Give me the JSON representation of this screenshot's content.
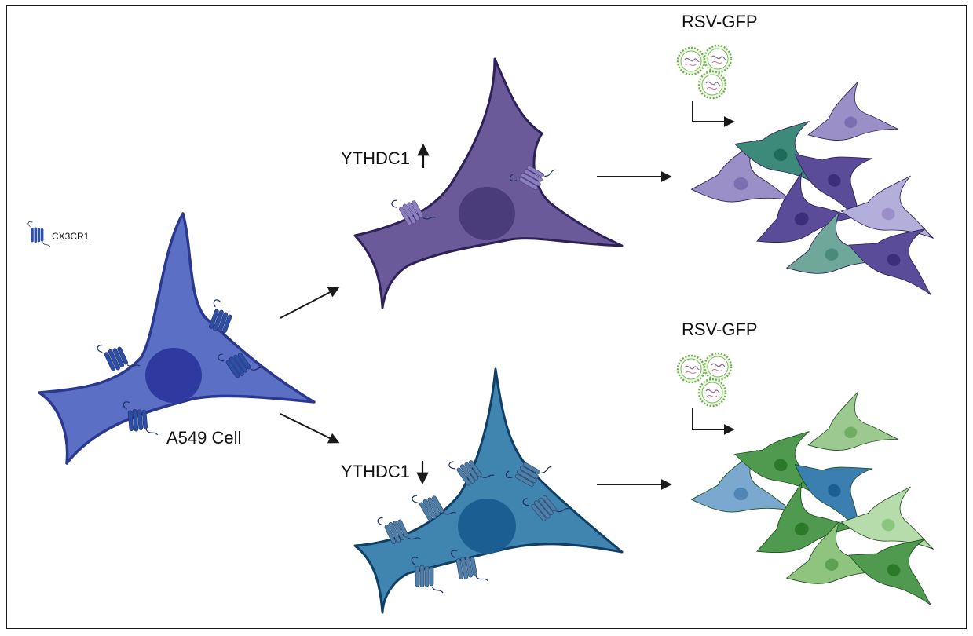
{
  "legend": {
    "receptor_label": "CX3CR1",
    "icon": "cx3cr1-receptor-icon"
  },
  "parent_cell": {
    "label": "A549 Cell"
  },
  "upper_branch": {
    "gene_label": "YTHDC1",
    "direction": "up",
    "virus_label": "RSV-GFP",
    "outcome": "low infection (few GFP+ cells)"
  },
  "lower_branch": {
    "gene_label": "YTHDC1",
    "direction": "down",
    "virus_label": "RSV-GFP",
    "outcome": "high infection (many GFP+ cells)"
  },
  "colors": {
    "parent_cell": "#5b6fc4",
    "parent_nucleus": "#2f3aa0",
    "up_cell": "#6a5a9a",
    "up_nucleus": "#4a3c7a",
    "down_cell": "#3f85b0",
    "down_nucleus": "#1a5e92",
    "receptor": "#2d4fa8",
    "gfp_dark": "#3d8a3d",
    "gfp_light": "#9cc98f",
    "uninfected_purple": "#9a8fc7",
    "virus": "#6bb04a",
    "arrow": "#1a1a1a"
  }
}
